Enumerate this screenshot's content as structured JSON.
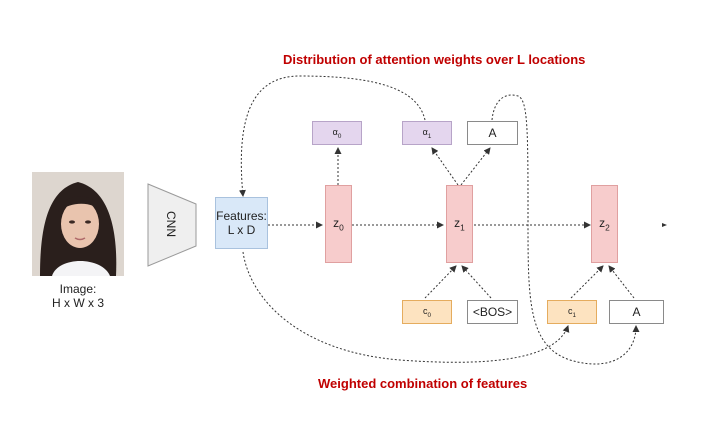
{
  "diagram": {
    "title_top": "Distribution of attention weights over L locations",
    "title_bottom": "Weighted combination of features",
    "image_label_line1": "Image:",
    "image_label_line2": "H x W x 3",
    "cnn_label": "CNN",
    "features_line1": "Features:",
    "features_line2": "L x D",
    "nodes": {
      "z0": {
        "main": "z",
        "sub": "0"
      },
      "z1": {
        "main": "z",
        "sub": "1"
      },
      "z2": {
        "main": "z",
        "sub": "2"
      },
      "a0": {
        "main": "α",
        "sub": "0"
      },
      "a1": {
        "main": "α",
        "sub": "1"
      },
      "c0": {
        "main": "c",
        "sub": "0"
      },
      "c1": {
        "main": "c",
        "sub": "1"
      }
    },
    "token_A_top": "A",
    "token_BOS": "<BOS>",
    "token_A_bottom": "A",
    "colors": {
      "title": "#c00000",
      "hidden": "#f7cccc",
      "attention": "#e4d6ee",
      "context": "#fde3c0",
      "features": "#d9e8f8"
    }
  }
}
